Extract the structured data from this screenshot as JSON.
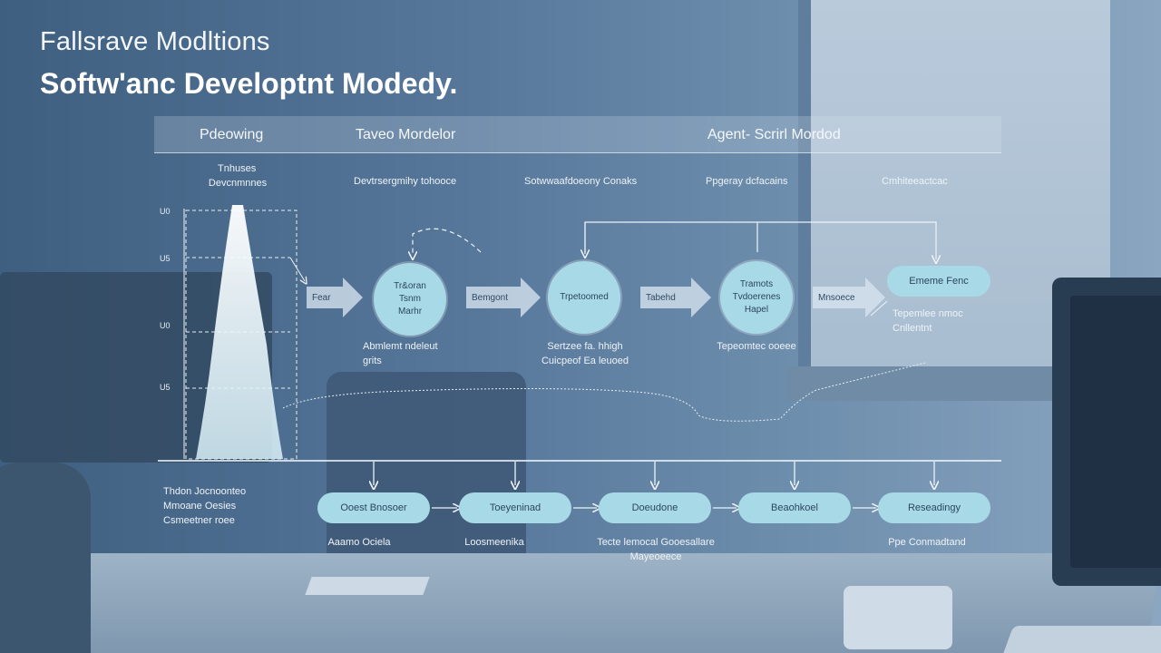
{
  "title_top": "Fallsrave Modltions",
  "title_main": "Softw'anc Developtnt Modedy.",
  "headers": {
    "col1": "Pdeowing",
    "col2": "Taveo Mordelor",
    "col3": "Agent- Scrirl Mordod"
  },
  "left_panel": {
    "label_line1": "Tnhuses",
    "label_line2": "Devcnmnnes",
    "y_ticks": [
      "U0",
      "U5",
      "U0",
      "U5"
    ]
  },
  "subheads": [
    "Devtrsergmihy tohooce",
    "Sotwwaafdoeony Conaks",
    "Ppgeray dcfacains",
    "Cmhiteeactcac"
  ],
  "arrows": [
    "Fear",
    "Bemgont",
    "Tabehd",
    "Mnsoece"
  ],
  "circles": [
    {
      "l1": "Tr&oran",
      "l2": "Tsnm",
      "l3": "Marhr"
    },
    {
      "l1": "Trpetoomed",
      "l2": "",
      "l3": ""
    },
    {
      "l1": "Tramots",
      "l2": "Tvdoerenes",
      "l3": "Hapel"
    }
  ],
  "end_pill": "Ememe Fenc",
  "end_caption": {
    "l1": "Tepemlee nmoc",
    "l2": "Cnllentnt"
  },
  "captions_mid": [
    {
      "l1": "Abmlemt ndeleut",
      "l2": "grits"
    },
    {
      "l1": "Sertzee fa. hhigh",
      "l2": "Cuicpeof Ea leuoed"
    },
    {
      "l1": "Tepeomtec ooeee",
      "l2": ""
    }
  ],
  "lower_left_label": {
    "l1": "Thdon Jocnoonteo",
    "l2": "Mmoane Oesies",
    "l3": "Csmeetner roee"
  },
  "pills_bottom": [
    "Ooest Bnosoer",
    "Toeyeninad",
    "Doeudone",
    "Beaohkoel",
    "Reseadingy"
  ],
  "captions_bottom": [
    {
      "l1": "Aaamo Ociela",
      "l2": ""
    },
    {
      "l1": "Loosmeenika",
      "l2": ""
    },
    {
      "l1": "Tecte lemocal Gooesallare",
      "l2": "Mayeoeece"
    },
    {
      "l1": "Ppe Conmadtand",
      "l2": ""
    }
  ],
  "colors": {
    "accent_fill": "#a8d9e6",
    "accent_text": "#2c4660",
    "background": "#4c6b8a"
  }
}
